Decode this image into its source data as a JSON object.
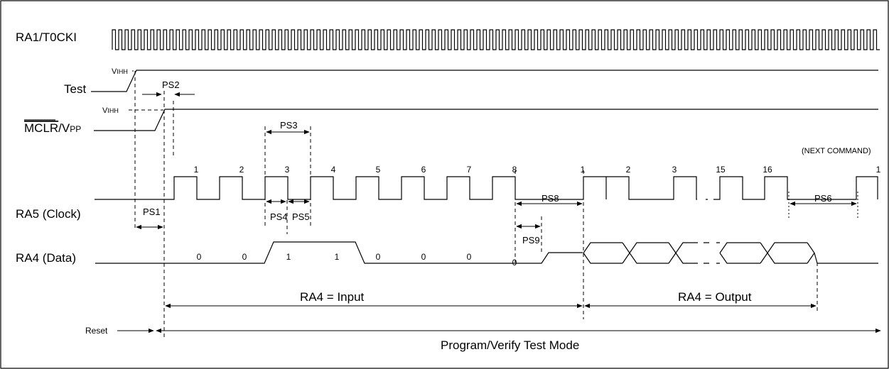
{
  "signals": {
    "clk_in": "RA1/T0CKI",
    "test": "Test",
    "mclr_bar": "MCLR",
    "mclr_rest": "/V",
    "mclr_sub": "PP",
    "ra5": "RA5 (Clock)",
    "ra4": "RA4 (Data)",
    "reset": "Reset"
  },
  "levels": {
    "vihh_v": "V",
    "vihh_sub": "IHH"
  },
  "timing_params": {
    "ps1": "PS1",
    "ps2": "PS2",
    "ps3": "PS3",
    "ps4": "PS4",
    "ps5": "PS5",
    "ps6": "PS6",
    "ps8": "PS8",
    "ps9": "PS9"
  },
  "clock_numbers": {
    "first": [
      "1",
      "2",
      "3",
      "4",
      "5",
      "6",
      "7",
      "8"
    ],
    "second": [
      "1",
      "2",
      "3",
      "15",
      "16"
    ],
    "next": "1"
  },
  "next_command": "(NEXT COMMAND)",
  "data_bits": [
    "0",
    "0",
    "1",
    "1",
    "0",
    "0",
    "0",
    "0"
  ],
  "ranges": {
    "input": "RA4 = Input",
    "output": "RA4 = Output",
    "mode": "Program/Verify Test Mode"
  }
}
